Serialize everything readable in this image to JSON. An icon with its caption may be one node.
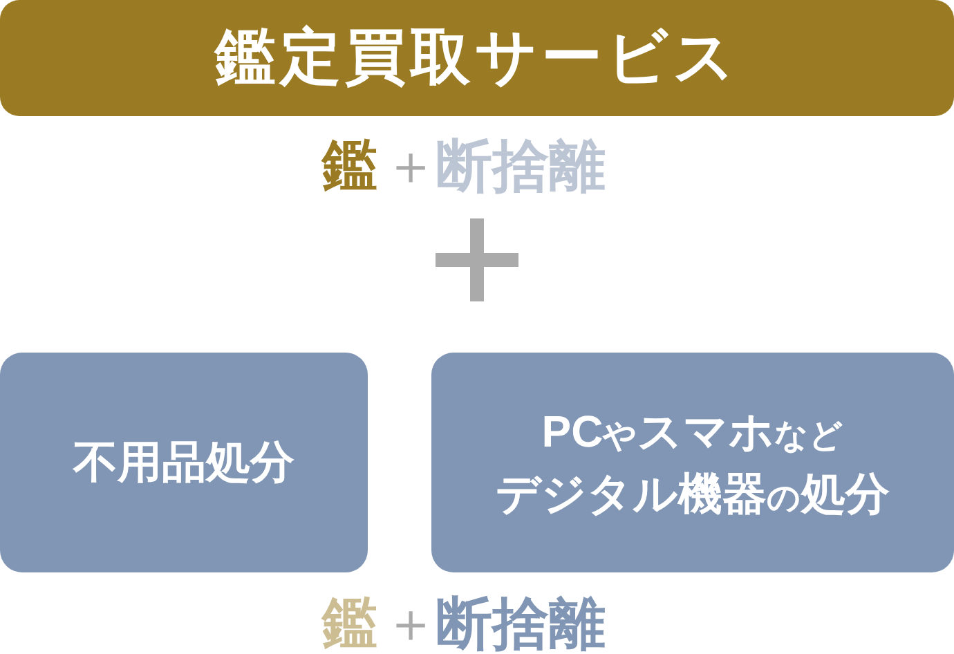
{
  "diagram": {
    "nodes": [
      {
        "text": [
          "鑑定買取サービス"
        ]
      },
      {
        "text": [
          "不用品処分"
        ]
      },
      {
        "text": [
          "PCやスマホなどデジタル機器の処分"
        ]
      }
    ],
    "labels": [
      "鑑",
      "＋",
      "断捨離",
      "鑑",
      "＋",
      "断捨離"
    ]
  }
}
